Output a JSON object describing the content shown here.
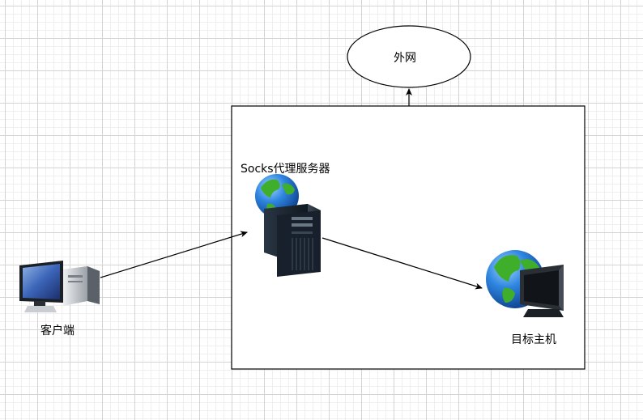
{
  "nodes": {
    "internet": {
      "label": "外网"
    },
    "proxy_server": {
      "label": "Socks代理服务器",
      "icon": "server-with-globe-icon"
    },
    "client": {
      "label": "客户端",
      "icon": "desktop-computer-icon"
    },
    "target_host": {
      "label": "目标主机",
      "icon": "monitor-with-globe-icon"
    }
  },
  "edges": [
    {
      "from": "client",
      "to": "proxy_server"
    },
    {
      "from": "proxy_server",
      "to": "target_host"
    },
    {
      "from": "proxy_server_boundary",
      "to": "internet"
    }
  ],
  "colors": {
    "stroke": "#000000",
    "globe_ocean": "#1f6fd1",
    "globe_land": "#3fae2a",
    "server_body": "#1a2430"
  }
}
